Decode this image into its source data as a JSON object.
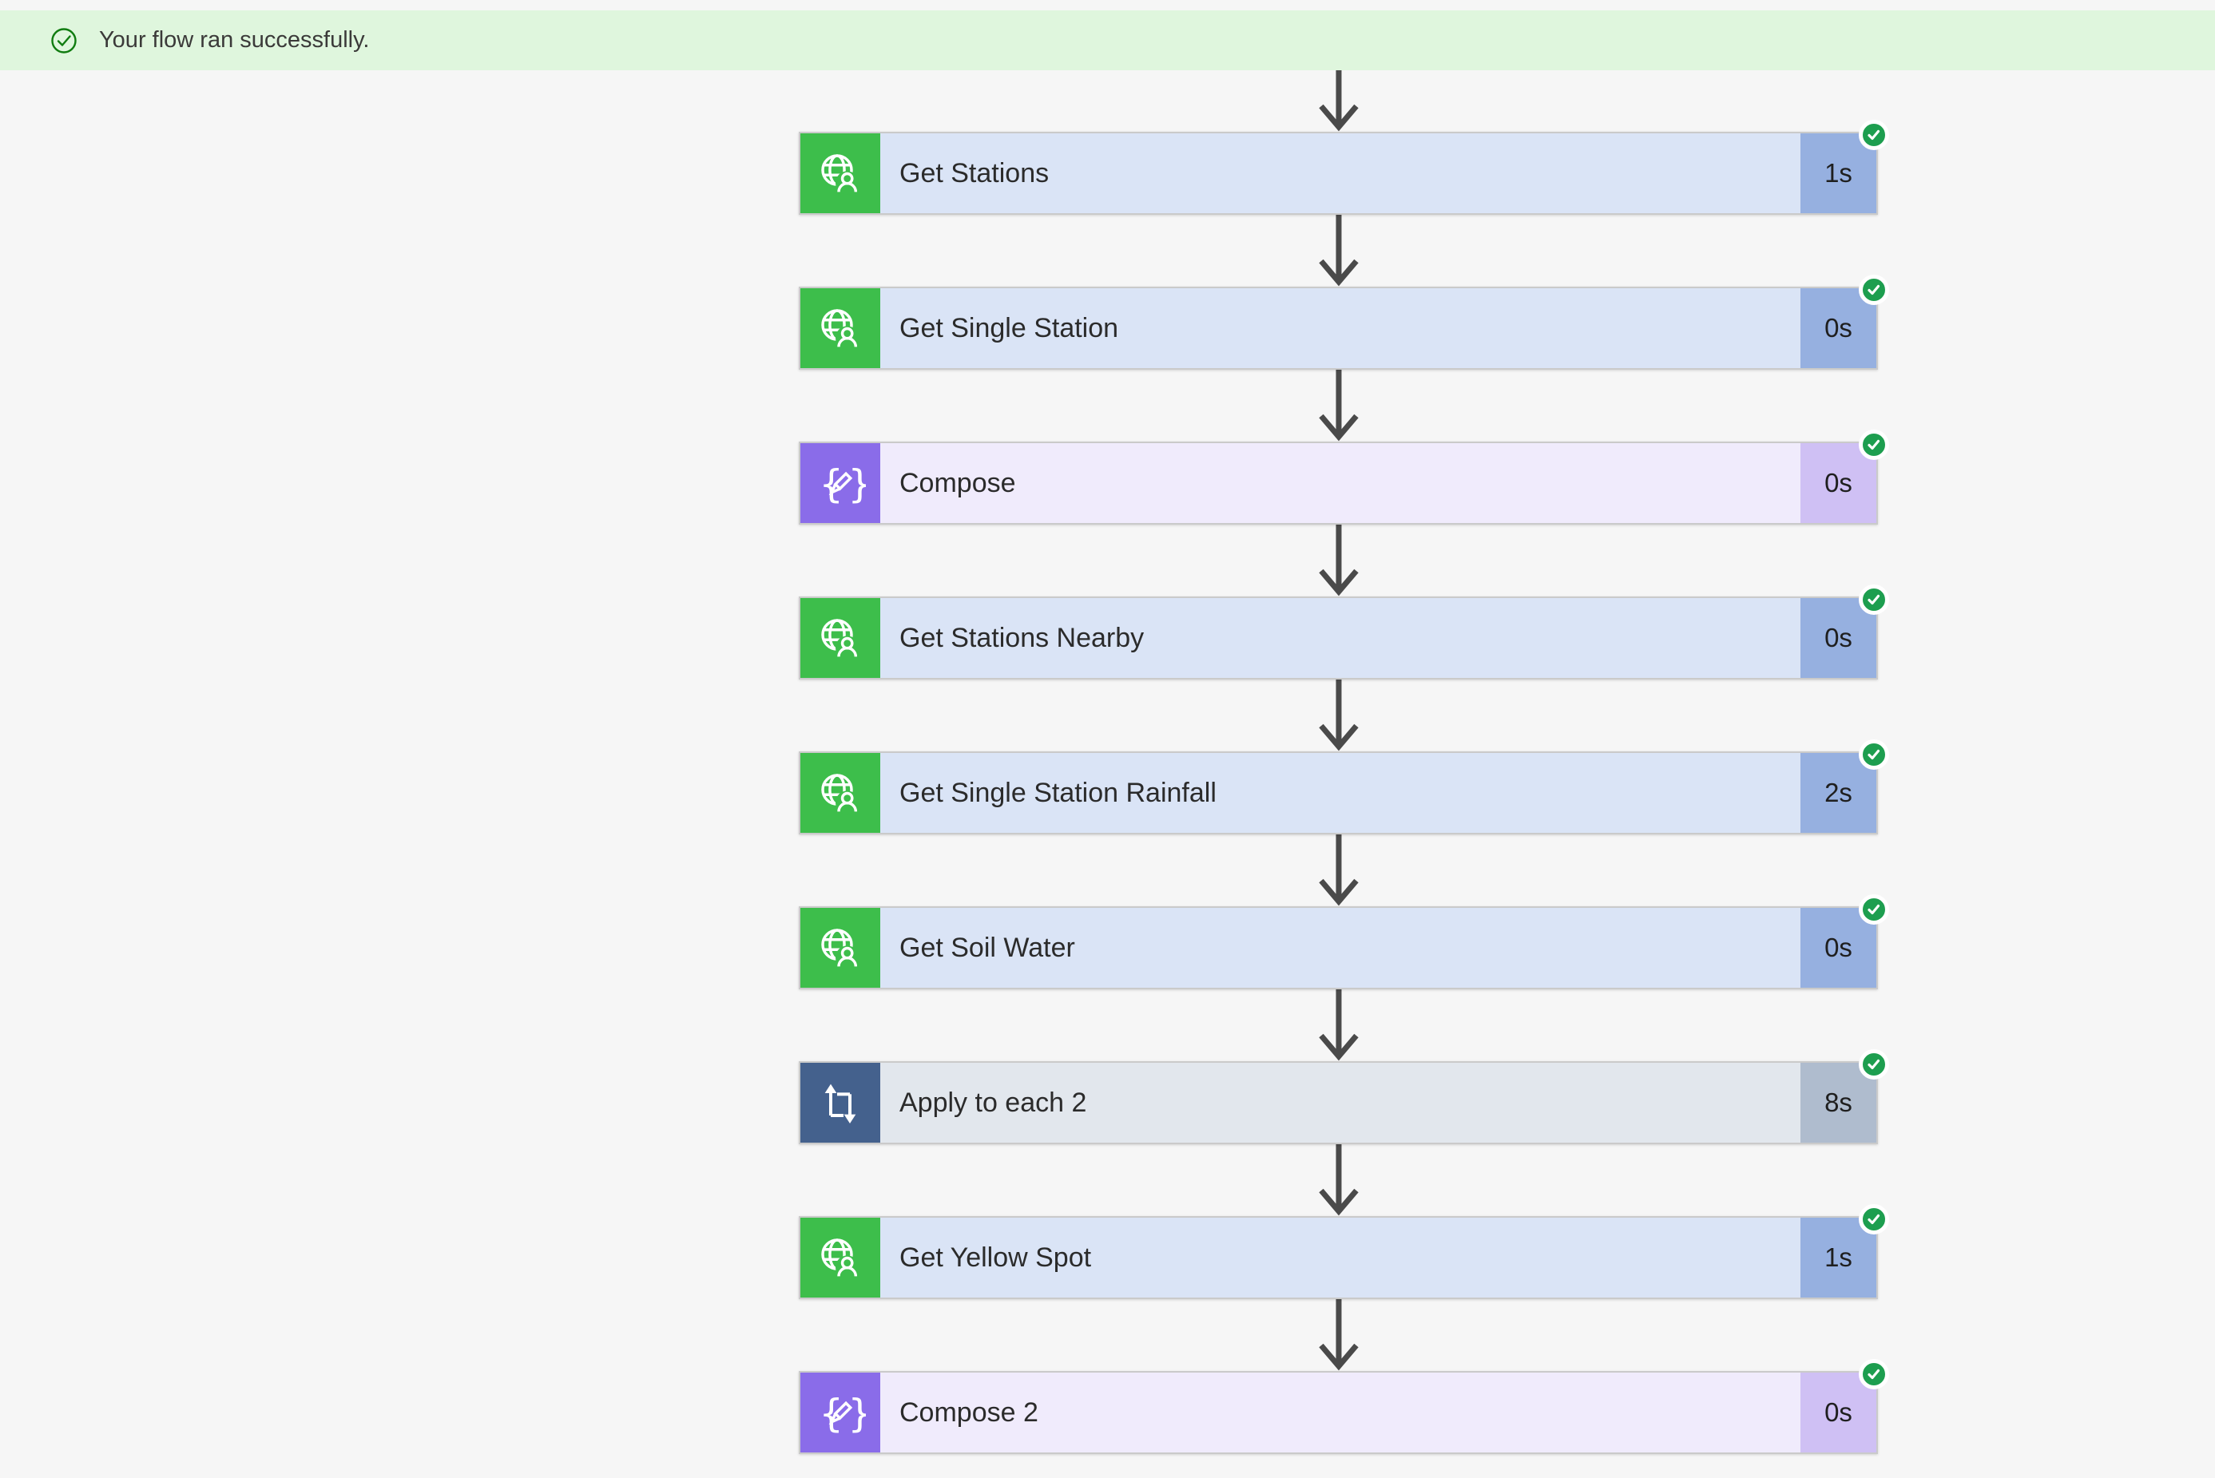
{
  "banner": {
    "message": "Your flow ran successfully."
  },
  "flow": {
    "steps": [
      {
        "label": "Get Stations",
        "duration": "1s",
        "type": "http",
        "status": "succeeded"
      },
      {
        "label": "Get Single Station",
        "duration": "0s",
        "type": "http",
        "status": "succeeded"
      },
      {
        "label": "Compose",
        "duration": "0s",
        "type": "compose",
        "status": "succeeded"
      },
      {
        "label": "Get Stations Nearby",
        "duration": "0s",
        "type": "http",
        "status": "succeeded"
      },
      {
        "label": "Get Single Station Rainfall",
        "duration": "2s",
        "type": "http",
        "status": "succeeded"
      },
      {
        "label": "Get Soil Water",
        "duration": "0s",
        "type": "http",
        "status": "succeeded"
      },
      {
        "label": "Apply to each 2",
        "duration": "8s",
        "type": "foreach",
        "status": "succeeded"
      },
      {
        "label": "Get Yellow Spot",
        "duration": "1s",
        "type": "http",
        "status": "succeeded"
      },
      {
        "label": "Compose 2",
        "duration": "0s",
        "type": "compose",
        "status": "succeeded"
      }
    ],
    "types": {
      "http": {
        "icon": "globe-user-icon",
        "icon_bg": "#3DBE4B",
        "body_bg": "#DAE4F6",
        "duration_bg": "#96B0E0"
      },
      "compose": {
        "icon": "braces-pencil-icon",
        "icon_bg": "#8A6CE9",
        "body_bg": "#F0EBFC",
        "duration_bg": "#CFC0F4"
      },
      "foreach": {
        "icon": "loop-icon",
        "icon_bg": "#44618D",
        "body_bg": "#E2E7ED",
        "duration_bg": "#AFBCCE"
      }
    },
    "status_badge": {
      "icon": "check-icon",
      "color": "#1D9E4F"
    }
  },
  "colors": {
    "page_bg": "#F6F6F6",
    "banner_bg": "#DFF6DD",
    "banner_icon": "#107C10",
    "arrow": "#4A4A4A",
    "card_border": "#CACACA",
    "label_text": "#2B2B2B"
  }
}
